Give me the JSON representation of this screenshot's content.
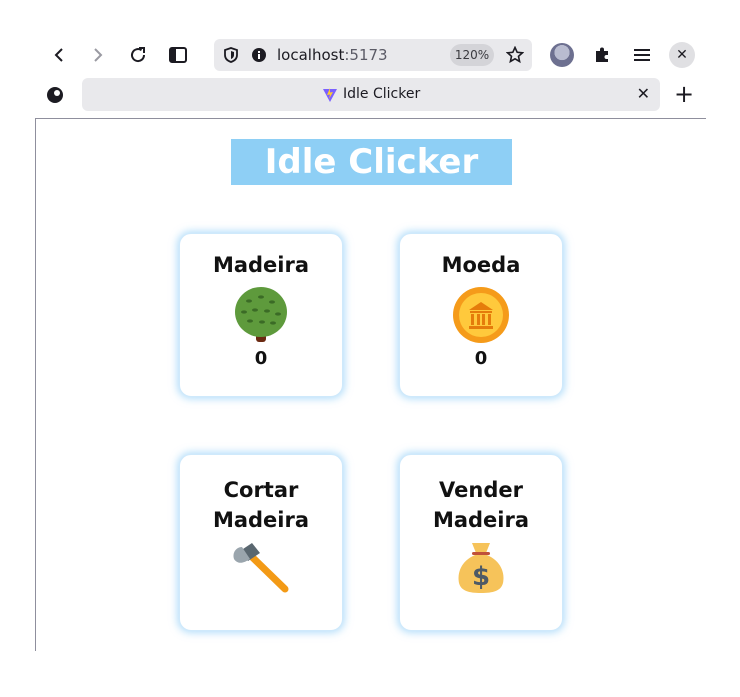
{
  "browser": {
    "url_host": "localhost",
    "url_port": ":5173",
    "zoom": "120%",
    "tab_title": "Idle Clicker"
  },
  "app": {
    "title": "Idle Clicker"
  },
  "resources": [
    {
      "label": "Madeira",
      "value": "0",
      "icon": "tree-icon"
    },
    {
      "label": "Moeda",
      "value": "0",
      "icon": "coin-icon"
    }
  ],
  "actions": [
    {
      "label_line1": "Cortar",
      "label_line2": "Madeira",
      "icon": "axe-icon"
    },
    {
      "label_line1": "Vender",
      "label_line2": "Madeira",
      "icon": "money-bag-icon"
    }
  ],
  "colors": {
    "title_bg": "#8ecff5",
    "card_glow": "#78c3f5"
  }
}
